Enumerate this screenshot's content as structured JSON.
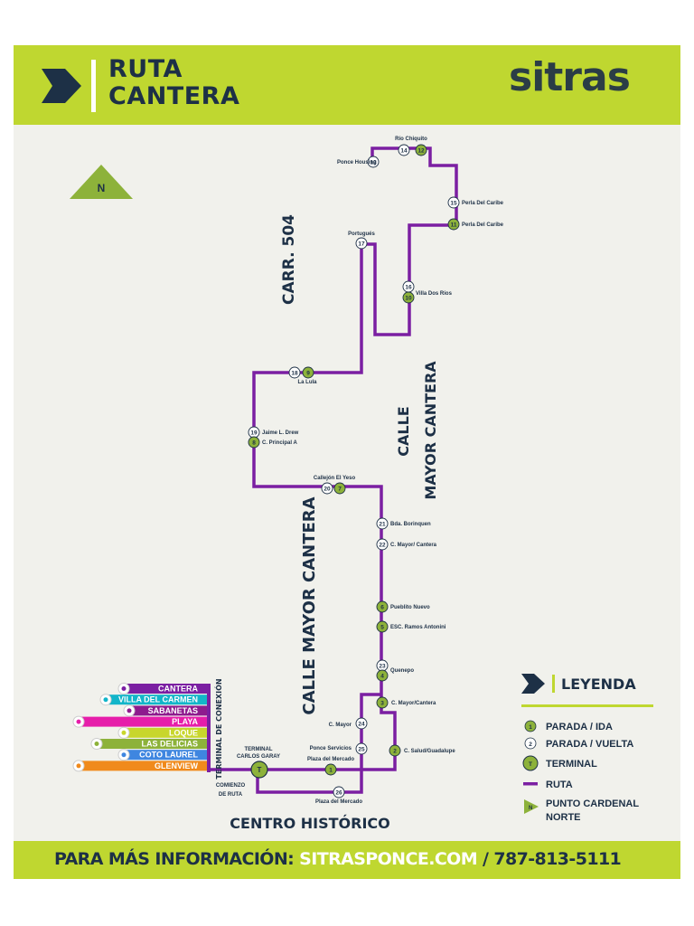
{
  "header": {
    "title_line1": "RUTA",
    "title_line2": "CANTERA",
    "brand": "sitras"
  },
  "compass": {
    "label": "N"
  },
  "streets": {
    "carr504": "CARR. 504",
    "calle_mayor_cantera_top_1": "CALLE",
    "calle_mayor_cantera_top_2": "MAYOR CANTERA",
    "calle_mayor_cantera_left": "CALLE MAYOR CANTERA",
    "terminal_conexion": "TERMINAL DE CONEXIÓN",
    "centro_historico": "CENTRO HISTÓRICO"
  },
  "stops": [
    {
      "num": "14",
      "type": "vuelta",
      "label": "Río Chiquito"
    },
    {
      "num": "12",
      "type": "ida",
      "label": ""
    },
    {
      "num": "13",
      "type": "vuelta",
      "label": "Ponce Housing"
    },
    {
      "num": "15",
      "type": "vuelta",
      "label": "Perla Del Caribe"
    },
    {
      "num": "11",
      "type": "ida",
      "label": "Perla Del Caribe"
    },
    {
      "num": "17",
      "type": "vuelta",
      "label": "Portugués"
    },
    {
      "num": "16",
      "type": "vuelta",
      "label": "Villa Dos Ríos"
    },
    {
      "num": "10",
      "type": "ida",
      "label": ""
    },
    {
      "num": "18",
      "type": "vuelta",
      "label": ""
    },
    {
      "num": "9",
      "type": "ida",
      "label": "La Lula"
    },
    {
      "num": "19",
      "type": "vuelta",
      "label": "Jaime L. Drew"
    },
    {
      "num": "8",
      "type": "ida",
      "label": "C. Principal A"
    },
    {
      "num": "20",
      "type": "vuelta",
      "label": "Callejón El Yeso"
    },
    {
      "num": "7",
      "type": "ida",
      "label": ""
    },
    {
      "num": "21",
      "type": "vuelta",
      "label": "Bda. Borinquen"
    },
    {
      "num": "22",
      "type": "vuelta",
      "label": "C. Mayor/ Cantera"
    },
    {
      "num": "6",
      "type": "ida",
      "label": "Pueblito Nuevo"
    },
    {
      "num": "5",
      "type": "ida",
      "label": "ESC. Ramos Antonini"
    },
    {
      "num": "23",
      "type": "vuelta",
      "label": "Quenepo"
    },
    {
      "num": "4",
      "type": "ida",
      "label": ""
    },
    {
      "num": "3",
      "type": "ida",
      "label": "C. Mayor/Cantera"
    },
    {
      "num": "24",
      "type": "vuelta",
      "label": "C. Mayor"
    },
    {
      "num": "25",
      "type": "vuelta",
      "label": "Ponce Servicios"
    },
    {
      "num": "2",
      "type": "ida",
      "label": "C. Salud/Guadalupe"
    },
    {
      "num": "1",
      "type": "ida",
      "label": "Plaza del Mercado"
    },
    {
      "num": "26",
      "type": "vuelta",
      "label": "Plaza del Mercado"
    }
  ],
  "terminal": {
    "symbol": "T",
    "label_line1": "TERMINAL",
    "label_line2": "CARLOS GARAY",
    "start_line1": "COMIENZO",
    "start_line2": "DE RUTA"
  },
  "connections": [
    {
      "name": "CANTERA",
      "color": "#7b1fa2"
    },
    {
      "name": "VILLA DEL CARMEN",
      "color": "#12b5c9"
    },
    {
      "name": "SABANETAS",
      "color": "#8e1b8e"
    },
    {
      "name": "PLAYA",
      "color": "#e61eaa"
    },
    {
      "name": "LOQUE",
      "color": "#c8d62c"
    },
    {
      "name": "LAS DELICIAS",
      "color": "#8db23a"
    },
    {
      "name": "COTO LAUREL",
      "color": "#3f86e0"
    },
    {
      "name": "GLENVIEW",
      "color": "#f08a1c"
    }
  ],
  "legend": {
    "title": "LEYENDA",
    "ida_symbol": "1",
    "ida": "PARADA / IDA",
    "vuelta_symbol": "2",
    "vuelta": "PARADA / VUELTA",
    "terminal_symbol": "T",
    "terminal": "TERMINAL",
    "ruta": "RUTA",
    "norte_symbol": "N",
    "norte_line1": "PUNTO CARDENAL",
    "norte_line2": "NORTE"
  },
  "footer": {
    "info_label": "PARA MÁS INFORMACIÓN:",
    "website": "SITRASPONCE.COM",
    "separator": "/",
    "phone": "787-813-5111"
  },
  "colors": {
    "route": "#7b1fa2",
    "accent": "#bfd730",
    "navy": "#1d3046"
  }
}
